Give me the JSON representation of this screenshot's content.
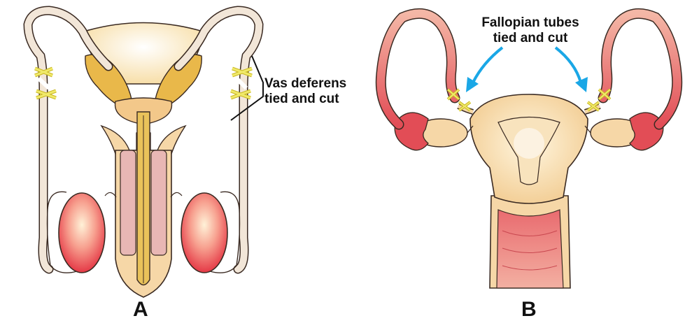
{
  "panels": [
    {
      "letter": "A",
      "annotation": [
        "Vas deferens",
        "tied and cut"
      ]
    },
    {
      "letter": "B",
      "annotation": [
        "Fallopian tubes",
        "tied and cut"
      ]
    }
  ],
  "colors": {
    "outline": "#3a2a22",
    "tube_fill": "#f2e6d8",
    "bladder": "#f8e6b6",
    "prostate": "#e9b84a",
    "erectile": "#e8b7b4",
    "testis": "#f06a6a",
    "clip": "#e8e052",
    "uterus": "#f6ddb3",
    "fallopian": "#e86f72",
    "arrow": "#1aa7e6"
  }
}
